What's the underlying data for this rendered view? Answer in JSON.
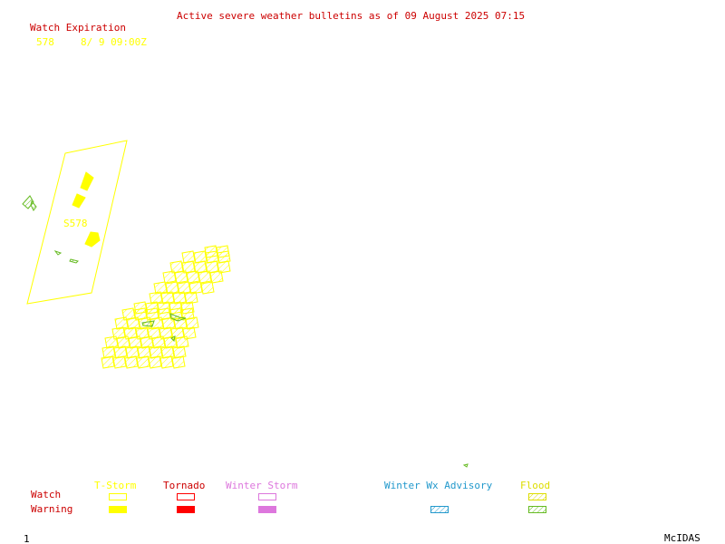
{
  "header": {
    "title": "Active severe weather bulletins as of 09 August 2025 07:15",
    "watch_expiration_label": "Watch Expiration",
    "watch_number": "578",
    "expiration_time": "8/ 9 09:00Z"
  },
  "map": {
    "watch_box_label": "S578"
  },
  "legend": {
    "row_watch": "Watch",
    "row_warning": "Warning",
    "columns": [
      {
        "label": "T-Storm",
        "color": "#ffff00",
        "watch": "outline",
        "warning": "solid"
      },
      {
        "label": "Tornado",
        "color": "#ff0000",
        "watch": "outline",
        "warning": "solid"
      },
      {
        "label": "Winter Storm",
        "color": "#dd77dd",
        "watch": "outline",
        "warning": "solid"
      },
      {
        "label": "Winter Wx Advisory",
        "color": "#2299cc",
        "watch": "none",
        "warning": "hatched"
      },
      {
        "label": "Flood",
        "watch": "hatched",
        "warning": "hatched",
        "watch_color": "#dddd00",
        "warning_color": "#66bb22"
      }
    ]
  },
  "footer": {
    "frame_number": "1",
    "brand": "McIDAS"
  },
  "colors": {
    "title": "#cc0000",
    "watch_expiration": "#cc0000",
    "watch_info": "#ffff00",
    "tstorm": "#ffff00",
    "tornado": "#ff0000",
    "winter_storm": "#dd77dd",
    "winter_wx_advisory": "#2299cc",
    "flood_watch": "#dddd00",
    "flood_warning": "#66bb22",
    "row_labels": "#cc0000",
    "footer": "#000000"
  }
}
